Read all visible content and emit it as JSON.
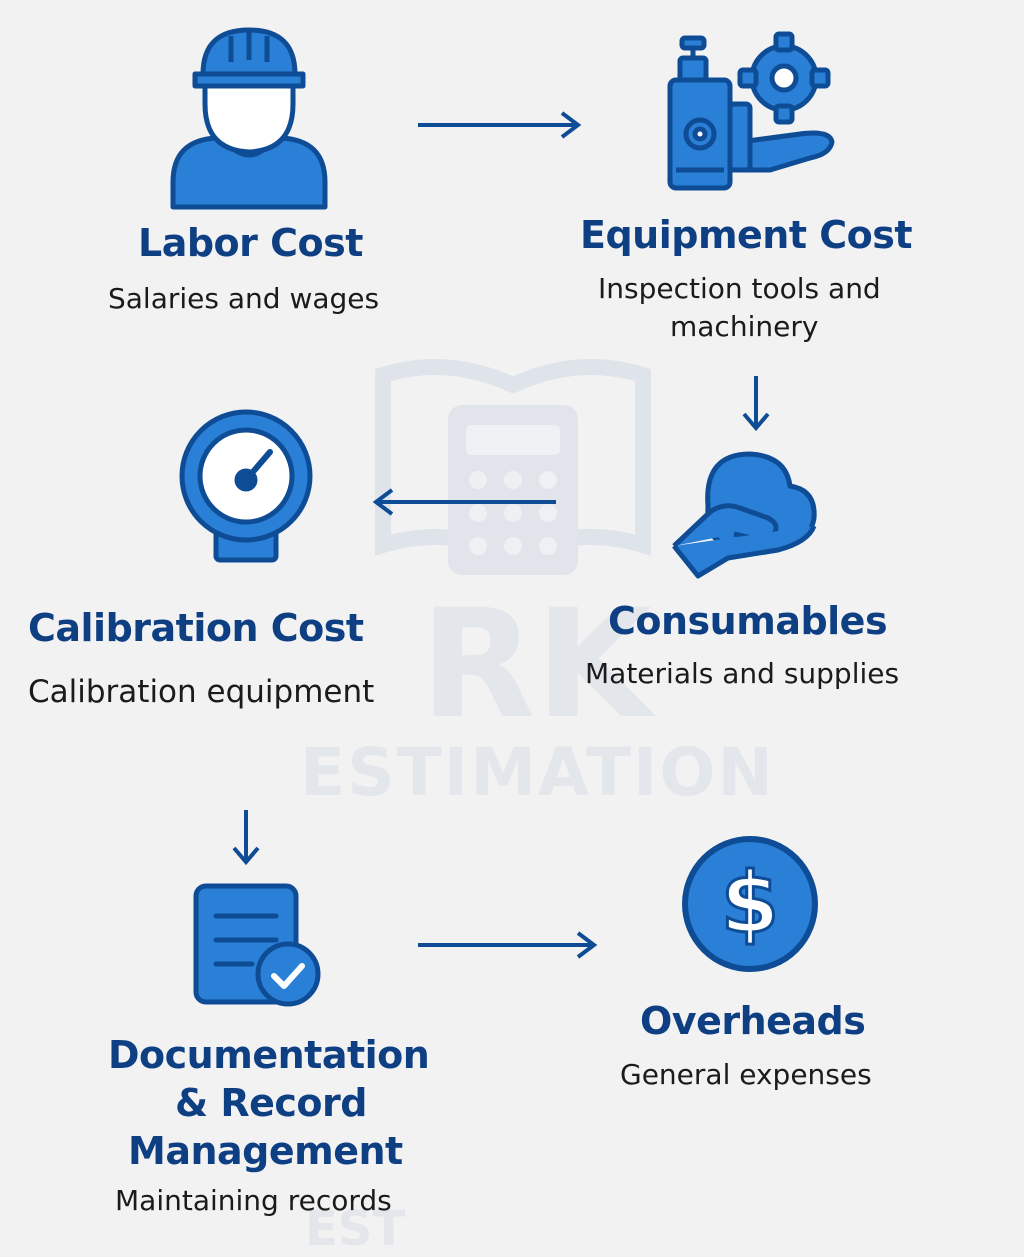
{
  "nodes": {
    "labor": {
      "title": "Labor Cost",
      "desc": "Salaries and wages"
    },
    "equipment": {
      "title": "Equipment Cost",
      "desc_line1": "Inspection tools and",
      "desc_line2": "machinery"
    },
    "consumables": {
      "title": "Consumables",
      "desc": "Materials and supplies"
    },
    "calibration": {
      "title": "Calibration Cost",
      "desc": "Calibration equipment"
    },
    "documentation": {
      "title_line1": "Documentation",
      "title_line2": "& Record",
      "title_line3": "Management",
      "desc": "Maintaining records"
    },
    "overheads": {
      "title": "Overheads",
      "desc": "General expenses"
    }
  },
  "watermark": {
    "line1": "RK",
    "line2": "ESTIMATION",
    "line3": "EST"
  },
  "colors": {
    "accent": "#2a7fd6",
    "dark": "#0e4c96",
    "title": "#0e3f82",
    "text": "#1b1b1b",
    "background": "#f2f2f3"
  },
  "icons": {
    "labor": "worker-hardhat-icon",
    "equipment": "machine-gear-hand-icon",
    "consumables": "hand-holding-materials-icon",
    "calibration": "pressure-gauge-icon",
    "documentation": "document-check-icon",
    "overheads": "dollar-coin-icon"
  }
}
